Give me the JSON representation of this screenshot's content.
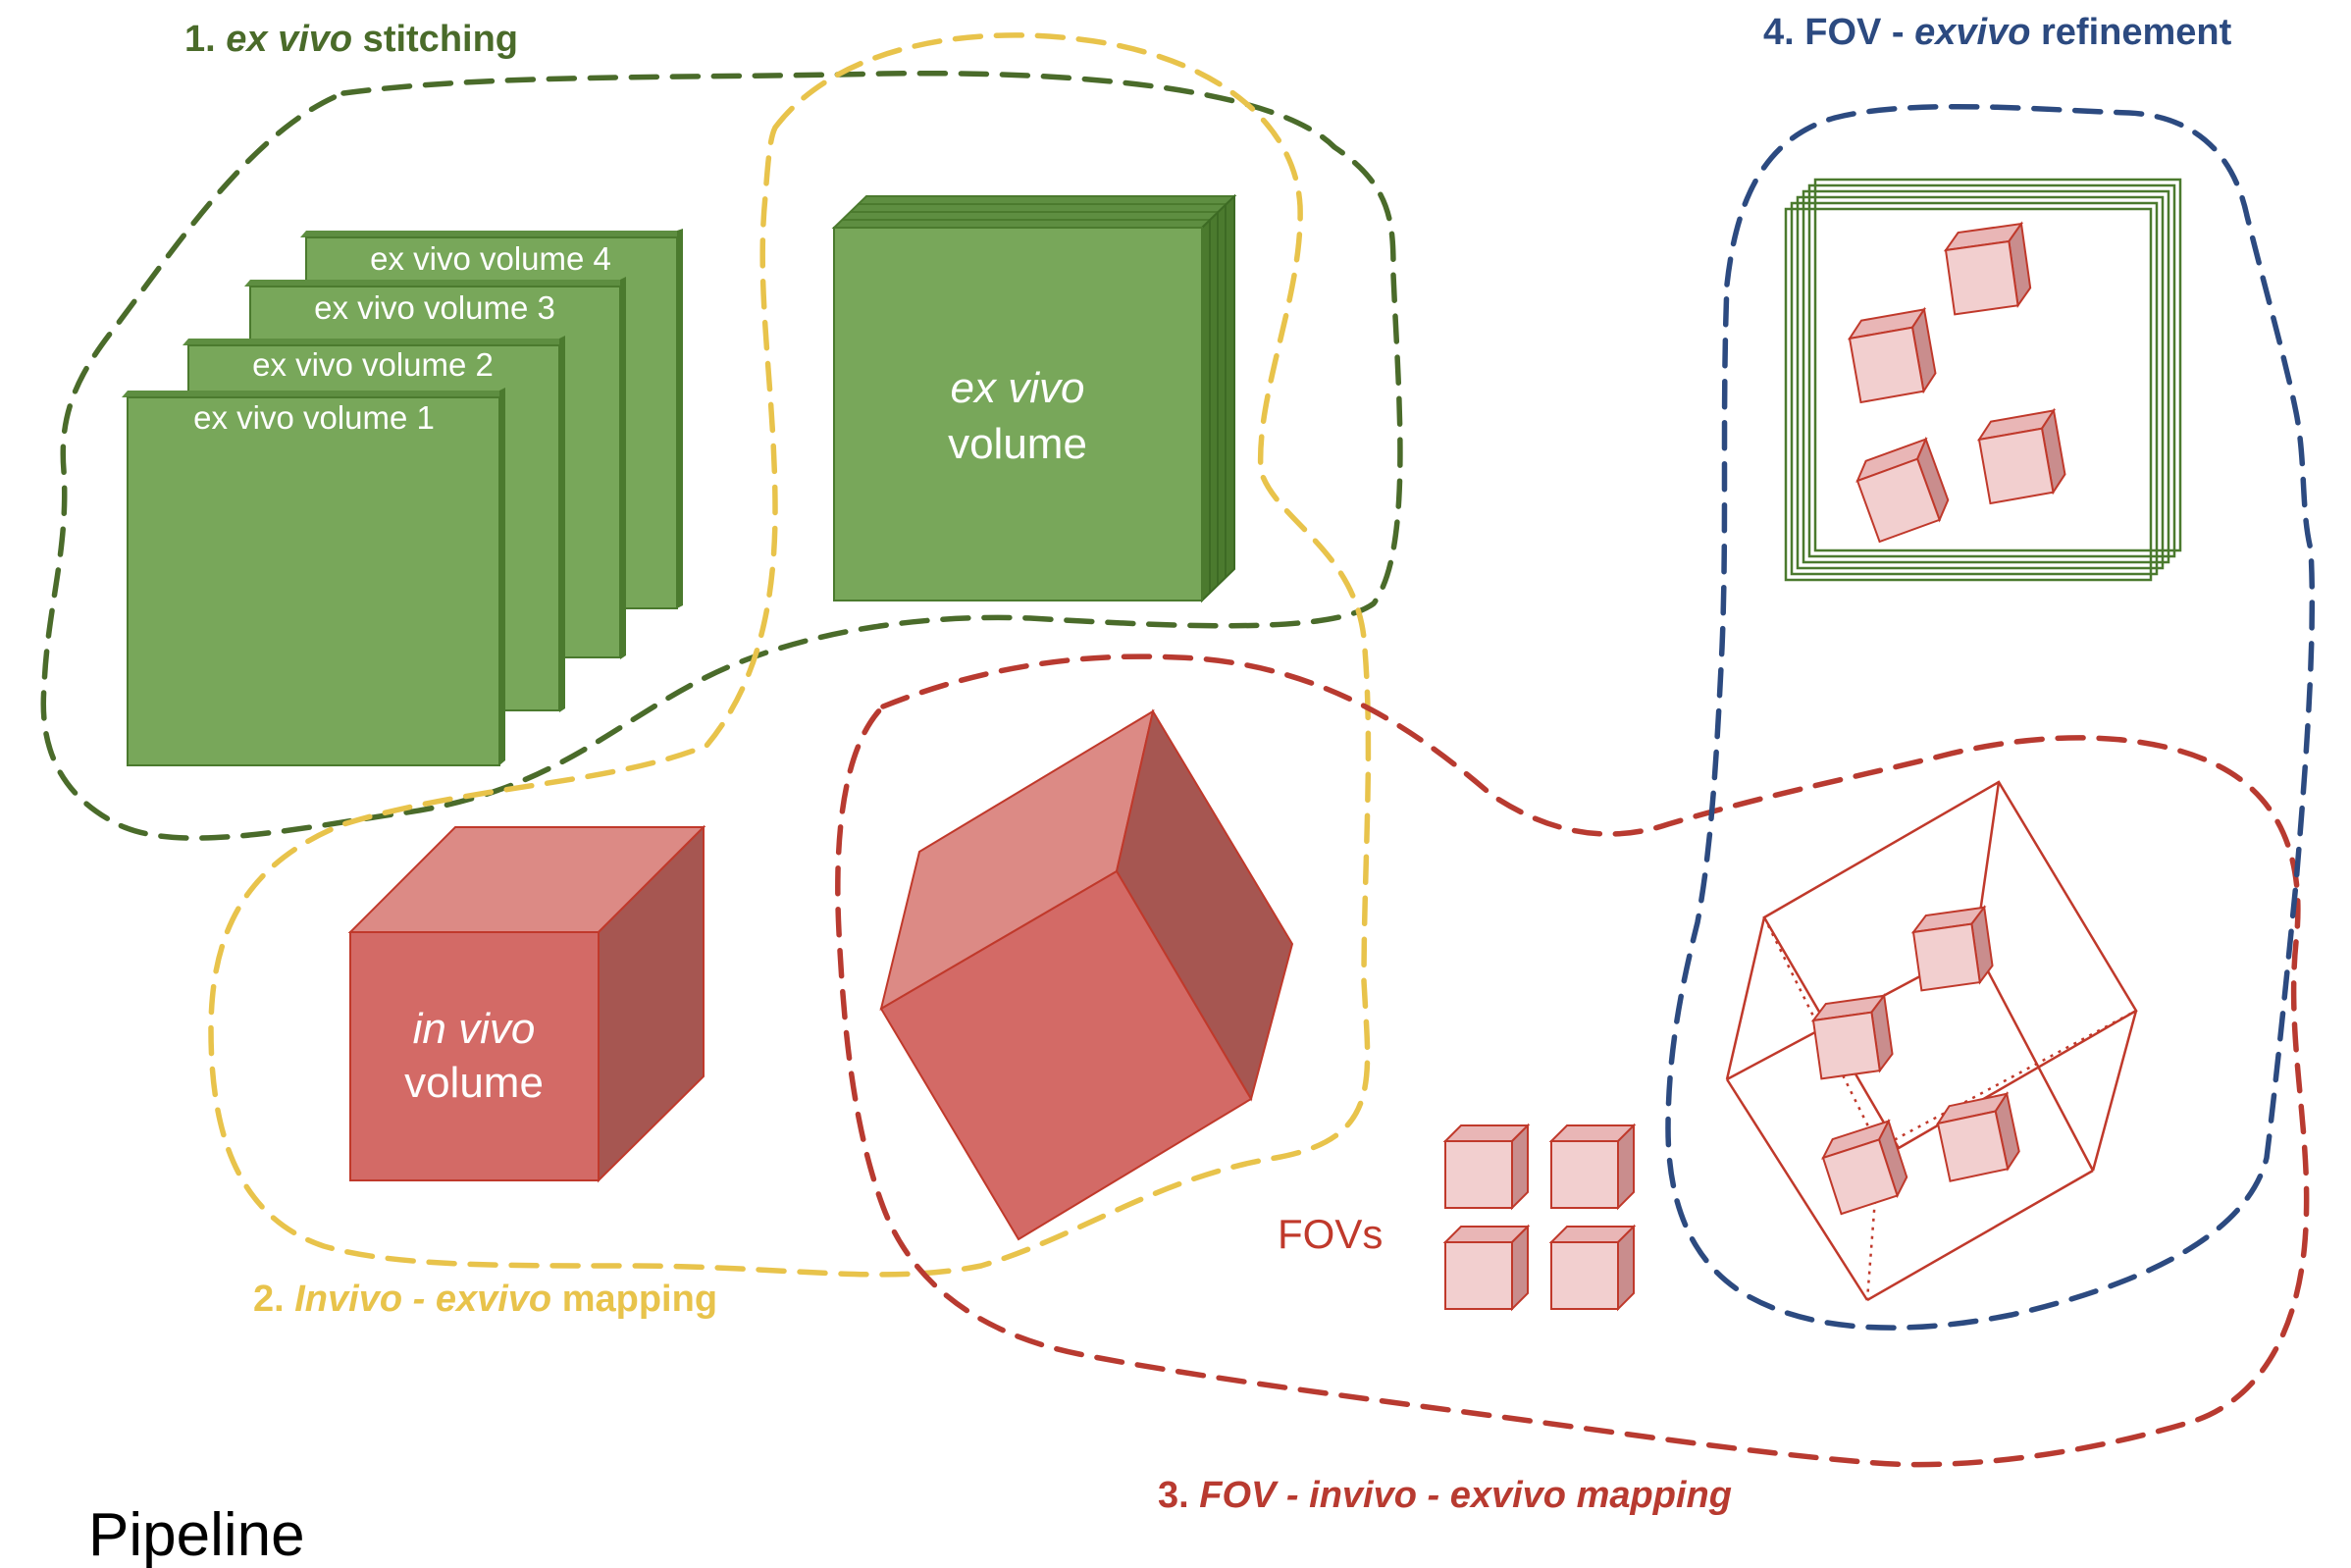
{
  "stages": {
    "stage1": {
      "prefix": "1. ",
      "em": "ex vivo",
      "suffix": " stitching",
      "color": "#4a6b2a"
    },
    "stage2": {
      "prefix": "2. ",
      "em1": "Invivo",
      "mid": " - ",
      "em2": "exvivo",
      "suffix": " mapping",
      "color": "#e8c34b"
    },
    "stage3": {
      "prefix": "3. ",
      "em1": "FOV - invivo - exvivo mapping",
      "color": "#b83a30"
    },
    "stage4": {
      "prefix": "4. FOV - ",
      "em": "exvivo",
      "suffix": " refinement",
      "color": "#2c4a80"
    }
  },
  "volumes": {
    "v1": "ex vivo volume 1",
    "v2": "ex vivo volume 2",
    "v3": "ex vivo volume 3",
    "v4": "ex vivo volume 4",
    "stitched_em": "ex vivo",
    "stitched_rest": "volume",
    "invivo_em": "in vivo",
    "invivo_rest": "volume"
  },
  "fov_label": "FOVs",
  "pipeline_title": "Pipeline",
  "colors": {
    "green_front": "#78a75a",
    "green_edge": "#4b7a2e",
    "red_front": "#d36a66",
    "red_top": "#dc8a85",
    "red_side": "#a65651",
    "red_line": "#c0392b",
    "pink_front": "#f2cfcf",
    "pink_top": "#e9b6b6",
    "pink_side": "#c98d8d"
  }
}
